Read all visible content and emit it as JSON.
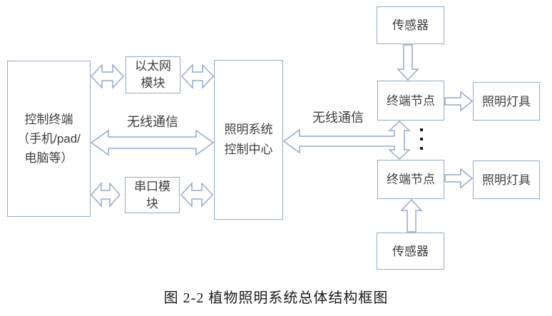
{
  "figure": {
    "caption": "图 2-2 植物照明系统总体结构框图"
  },
  "colors": {
    "line": "#94abc7",
    "box_text": "#3d3d3d",
    "caption_text": "#1a1a1a"
  },
  "boxes": {
    "control_terminal": {
      "lines": [
        "控制终端",
        "（手机/pad/",
        "电脑等）"
      ]
    },
    "ethernet_module": {
      "lines": [
        "以太网",
        "模块"
      ]
    },
    "serial_module": {
      "lines": [
        "串口模",
        "块"
      ]
    },
    "control_center": {
      "lines": [
        "照明系统",
        "控制中心"
      ]
    },
    "sensor_top": {
      "text": "传感器"
    },
    "node_top": {
      "text": "终端节点"
    },
    "light_top": {
      "text": "照明灯具"
    },
    "node_bottom": {
      "text": "终端节点"
    },
    "light_bottom": {
      "text": "照明灯具"
    },
    "sensor_bottom": {
      "text": "传感器"
    }
  },
  "labels": {
    "wireless_left": "无线通信",
    "wireless_right": "无线通信",
    "ellipsis_icon": "vertical-ellipsis"
  }
}
